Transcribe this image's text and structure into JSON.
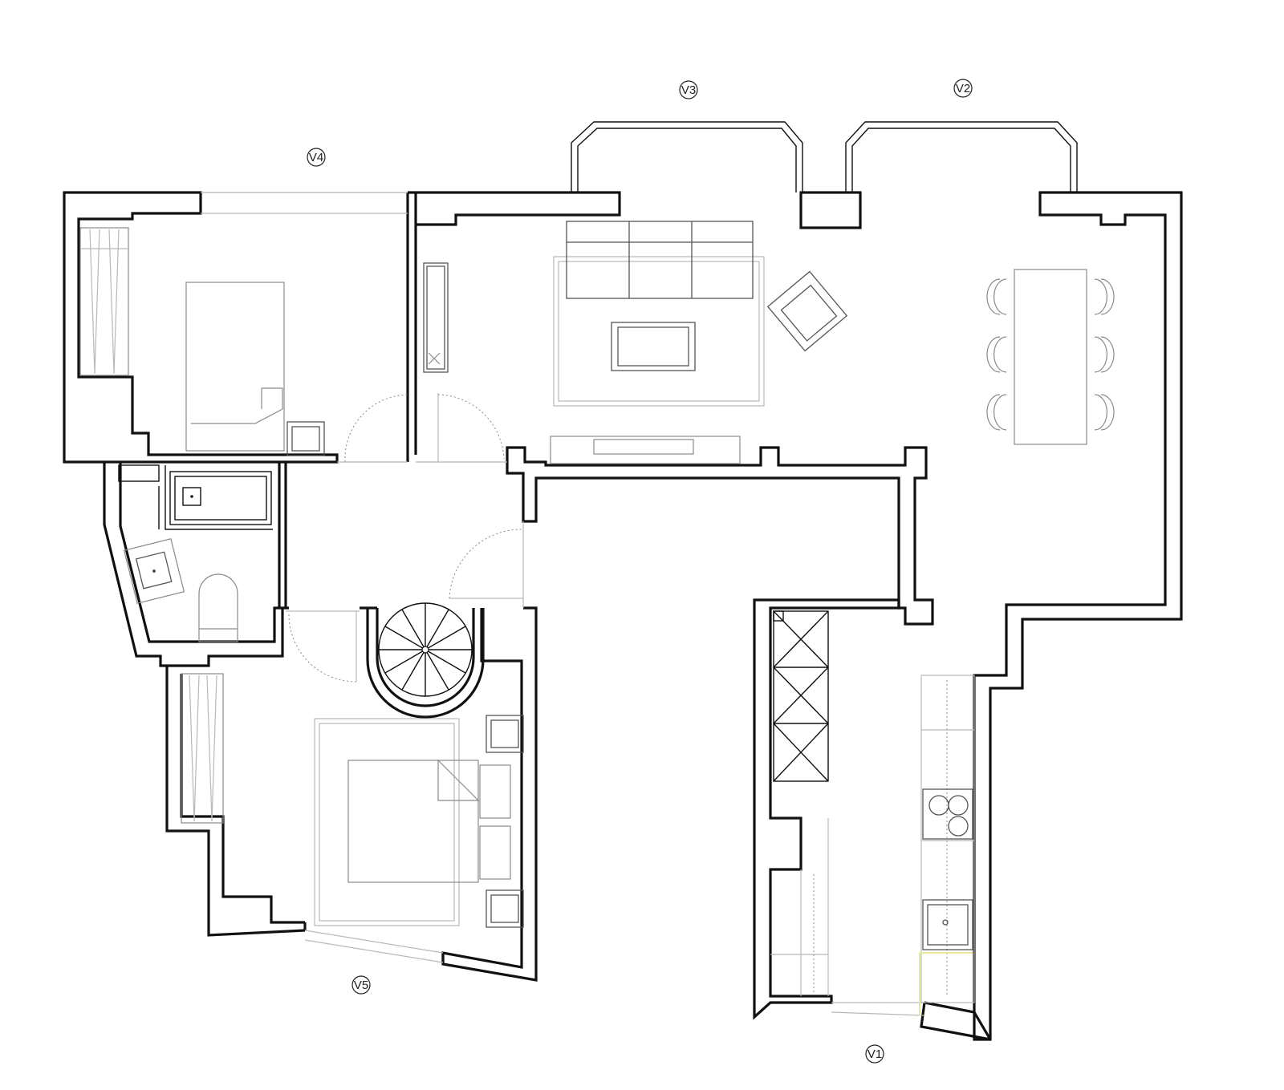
{
  "colors": {
    "wall": "#111111",
    "furniture": "#8a8a8a",
    "background": "#ffffff",
    "counter_highlight": "#e8e89a"
  },
  "window_markers": [
    {
      "id": "v1",
      "label": "V1"
    },
    {
      "id": "v2",
      "label": "V2"
    },
    {
      "id": "v3",
      "label": "V3"
    },
    {
      "id": "v4",
      "label": "V4"
    },
    {
      "id": "v5",
      "label": "V5"
    }
  ]
}
